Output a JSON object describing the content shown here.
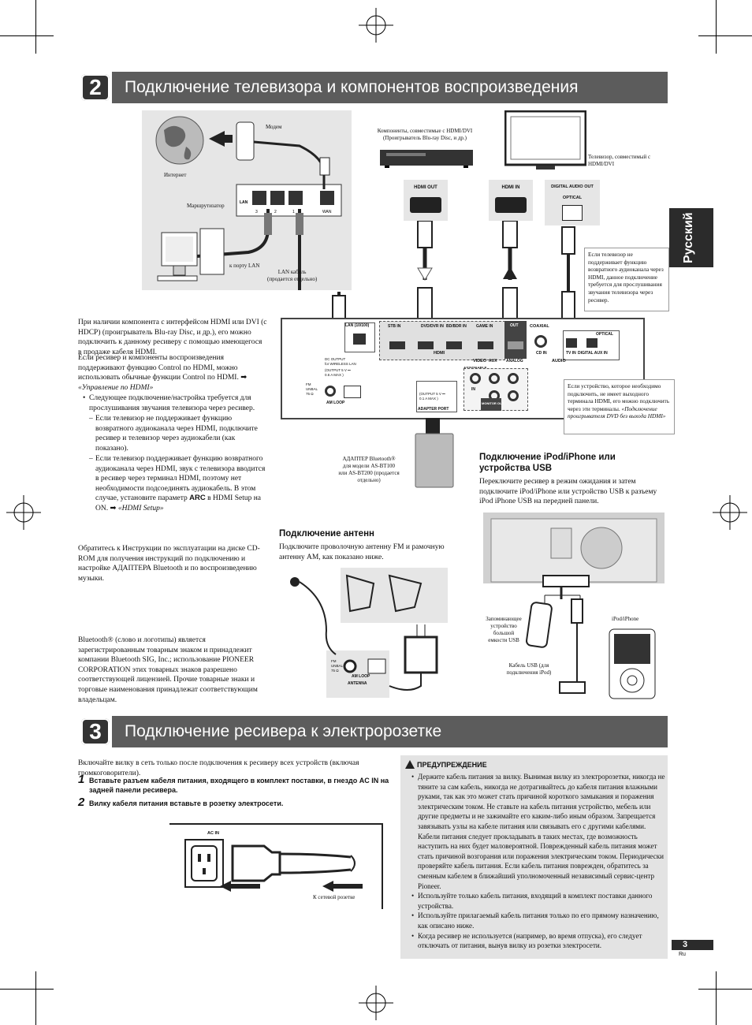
{
  "page": {
    "language_tab": "Русский",
    "page_number": "3",
    "page_lang": "Ru"
  },
  "section2": {
    "number": "2",
    "title": "Подключение телевизора и компонентов воспроизведения",
    "diagram": {
      "modem": "Модем",
      "internet": "Интернет",
      "router": "Маршрутизатор",
      "lan_port": "к порту LAN",
      "lan_cable": "LAN кабель\n(продается отдельно)",
      "bd_player": "Компоненты, совместимые с HDMI/DVI\n(Проигрыватель Blu-ray Disc, и др.)",
      "tv": "Телевизор, совместимый с\nHDMI/DVI",
      "hdmi_out": "HDMI OUT",
      "hdmi_in": "HDMI IN",
      "digital_audio_out": "DIGITAL AUDIO OUT",
      "optical": "OPTICAL",
      "tv_note": "Если телевизор не поддерживает функцию возвратного аудиоканала через HDMI, данное подключение требуется для прослушивания звучания телевизора через ресивер.",
      "device_note": "Если устройство, которое необходимо подключить, не имеет выходного терминала HDMI, его можно подключить через эти терминалы.",
      "device_note_ref": "«Подключение проигрывателя DVD без выхода HDMI»",
      "adapter": "АДАПТЕР Bluetooth®\nдля модели AS-BT100\nили AS-BT200 (продается\nотдельно)",
      "router_ports": [
        "3",
        "2",
        "1",
        "WAN"
      ],
      "rear_labels": {
        "lan": "LAN (10/100)",
        "stb": "STB IN",
        "dvd": "DVD/DVR IN",
        "bd": "BD/BDR IN",
        "game": "GAME IN",
        "out": "OUT",
        "hdmi": "HDMI",
        "coaxial": "COAXIAL",
        "cd_in": "CD IN",
        "optical": "OPTICAL",
        "tv_in": "TV IN",
        "digital_aux_in": "DIGITAL AUX IN",
        "audio": "AUDIO",
        "video": "VIDEO",
        "assignable": "ASSIGNABLE",
        "aux": "AUX",
        "analog": "ANALOG",
        "in": "IN",
        "monitor_out": "MONITOR OUT",
        "dc_output": "DC OUTPUT\nfor WIRELESS LAN",
        "dc_output_rating": "(OUTPUT 5 V ⎓\n0.6 A MAX )",
        "fm": "FM\nUNBAL\n75 Ω",
        "am_loop": "AM LOOP",
        "adapter_output": "(OUTPUT 5 V ⎓\n0.1 A MAX )",
        "adapter_port": "ADAPTER PORT"
      }
    },
    "left_text": {
      "intro": "При наличии компонента с интерфейсом HDMI или DVI (с HDCP) (проигрыватель Blu-ray Disc, и др.), его можно подключить к данному ресиверу с помощью имеющегося в продаже кабеля HDMI.",
      "control": "Если ресивер и компоненты воспроизведения поддерживают функцию Control по HDMI, можно использовать обычные функции Control по HDMI.",
      "control_ref": "«Управление по HDMI»",
      "bullet": "Следующее подключение/настройка требуется для прослушивания звучания телевизора через ресивер.",
      "dash1": "Если телевизор не поддерживает функцию возвратного аудиоканала через HDMI, подключите ресивер и телевизор через аудиокабели (как показано).",
      "dash2_a": "Если телевизор поддерживает функцию возвратного аудиоканала через HDMI, звук с телевизора вводится в ресивер через терминал HDMI, поэтому нет необходимости подсоединять аудиокабель. В этом случае, установите параметр",
      "arc": "ARC",
      "dash2_b": "в HDMI Setup на ON.",
      "hdmi_setup": "«HDMI Setup»",
      "bt_instructions": "Обратитесь к Инструкции по эксплуатации на диске CD-ROM для получения инструкций по подключению и настройке АДАПТЕРА Bluetooth и по воспроизведению музыки.",
      "trademark": "Bluetooth® (слово и логотипы) является зарегистрированным товарным знаком и принадлежит компании Bluetooth SIG, Inc.; использование PIONEER CORPORATION этих товарных знаков разрешено соответствующей лицензией. Прочие товарные знаки и торговые наименования принадлежат соответствующим владельцам."
    },
    "ipod": {
      "heading": "Подключение iPod/iPhone или устройства USB",
      "text": "Переключите ресивер в режим ожидания и затем подключите iPod/iPhone или устройство USB к разъему iPod iPhone USB на передней панели.",
      "usb_storage": "Запоминающее\nустройство\nбольшой\nемкости USB",
      "ipod_label": "iPod/iPhone",
      "usb_cable": "Кабель USB (для\nподключения iPod)"
    },
    "antenna": {
      "heading": "Подключение антенн",
      "text": "Подключите проволочную антенну FM и рамочную антенну AM, как показано ниже.",
      "fm": "FM\nUNBAL\n75 Ω",
      "am_loop": "AM LOOP",
      "antenna": "ANTENNA"
    }
  },
  "section3": {
    "number": "3",
    "title": "Подключение ресивера к электророзетке",
    "intro": "Включайте вилку в сеть только после подключения к ресиверу всех устройств (включая громкоговорители).",
    "step1_num": "1",
    "step1": "Вставьте разъем кабеля питания, входящего в комплект поставки, в гнездо AC IN на задней панели ресивера.",
    "step2_num": "2",
    "step2": "Вилку кабеля питания вставьте в розетку электросети.",
    "ac_in": "AC IN",
    "socket_label": "К сетевой розетке",
    "warning": {
      "title": "ПРЕДУПРЕЖДЕНИЕ",
      "items": [
        "Держите кабель питания за вилку. Вынимая вилку из электророзетки, никогда не тяните за сам кабель, никогда не дотрагивайтесь до кабеля питания влажными руками, так как это может стать причиной короткого замыкания и поражения электрическим током. Не ставьте на кабель питания устройство, мебель или другие предметы и не зажимайте его каким-либо иным образом. Запрещается завязывать узлы на кабеле питания или связывать его с другими кабелями. Кабели питания следует прокладывать в таких местах, где возможность наступить на них будет маловероятной. Поврежденный кабель питания может стать причиной возгорания или поражения электрическим током. Периодически проверяйте кабель питания. Если кабель питания поврежден, обратитесь за сменным кабелем в ближайший уполномоченный независимый сервис-центр Pioneer.",
        "Используйте только кабель питания, входящий в комплект поставки данного устройства.",
        "Используйте прилагаемый кабель питания только по его прямому назначению, как описано ниже.",
        "Когда ресивер не используется (например, во время отпуска), его следует отключать от питания, вынув вилку из розетки электросети."
      ]
    }
  }
}
